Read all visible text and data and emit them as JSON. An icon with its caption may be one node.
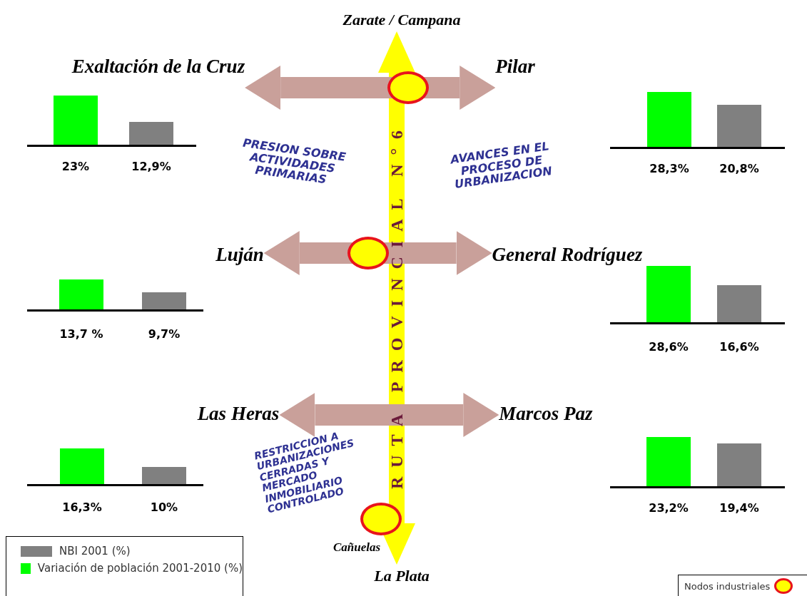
{
  "diagram": {
    "nodes": [
      {
        "text": [
          "Zarate / Campana"
        ]
      },
      {
        "text": [
          "Exaltación de la Cruz"
        ]
      },
      {
        "text": [
          "Pilar"
        ]
      },
      {
        "text": [
          "Luján"
        ]
      },
      {
        "text": [
          "General Rodríguez"
        ]
      },
      {
        "text": [
          "Las Heras"
        ]
      },
      {
        "text": [
          "Marcos Paz"
        ]
      },
      {
        "text": [
          "La Plata"
        ]
      }
    ],
    "edges": [
      {
        "from": 0,
        "to": 7,
        "arrow": "both",
        "color": "#ffff00"
      },
      {
        "from": 1,
        "to": 2,
        "arrow": "both"
      },
      {
        "from": 3,
        "to": 4,
        "arrow": "both"
      },
      {
        "from": 5,
        "to": 6,
        "arrow": "both"
      }
    ],
    "labels": [
      "PRESION SOBRE ACTIVIDADES PRIMARIAS",
      "AVANCES EN EL PROCESO DE URBANIZACION",
      "RUTA PROVINCIAL N°6",
      "RESTRICCION A URBANIZACIONES CERRADAS Y MERCADO INMOBILIARIO CONTROLADO",
      "Cañuelas",
      "23%",
      "12,9%",
      "28,3%",
      "20,8%",
      "13,7 %",
      "9,7%",
      "28,6%",
      "16,6%",
      "16,3%",
      "10%",
      "23,2%",
      "19,4%"
    ],
    "legend": [
      {
        "text": "NBI 2001 (%)",
        "color": "#808080"
      },
      {
        "text": "Variación de población 2001-2010 (%)",
        "color": "#00ff00"
      },
      {
        "text": "Nodos industriales"
      }
    ]
  }
}
